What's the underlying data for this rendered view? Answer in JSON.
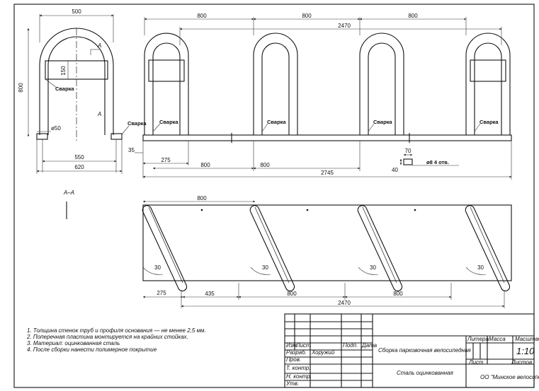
{
  "side_view": {
    "width_top": "500",
    "height": "800",
    "plate_height": "150",
    "weld_label": "Сварка",
    "section_mark": "А",
    "diameter": "ø50",
    "base_inner": "550",
    "base_outer": "620"
  },
  "front_view": {
    "spacing": [
      "800",
      "800",
      "800"
    ],
    "overall_span": "2470",
    "weld_label": "Сварка",
    "base_thickness": "35",
    "end_offset": "275",
    "lower_spacing": [
      "800",
      "800"
    ],
    "overall_length": "2745",
    "hole_width": "70",
    "hole_height": "40",
    "hole_note": "ø8 4 отв."
  },
  "section": {
    "label": "А–А"
  },
  "top_view": {
    "spacing": "800",
    "angle": "30",
    "end_offset": "275",
    "first_gap": "435",
    "gaps": [
      "800",
      "800"
    ],
    "overall": "2470"
  },
  "notes": [
    "1. Толщина стенок труб и профиля основания — не менее 2,5 мм.",
    "2. Поперечная пластина монтируется на крайних стойках.",
    "3. Материал: оцинкованная сталь",
    "4. После сборки нанести полимерное покрытие"
  ],
  "title_block": {
    "izm": "Изм.",
    "list": "Лист",
    "podp": "Подп.",
    "data": "Дата",
    "razrab": "Разраб.",
    "razrab_name": "Хоружий",
    "prov": "Пров.",
    "t_kontr": "Т. контр.",
    "n_kontr": "Н. контр.",
    "utv": "Утв.",
    "title": "Сборка парковочная велосипедная",
    "material": "Сталь оцинкованная",
    "litera": "Литера",
    "massa": "Масса",
    "masshtab": "Масштаб",
    "scale": "1:10",
    "list_label": "Лист",
    "listov_label": "Листов",
    "org": "ОО \"Минское велосипедное"
  }
}
